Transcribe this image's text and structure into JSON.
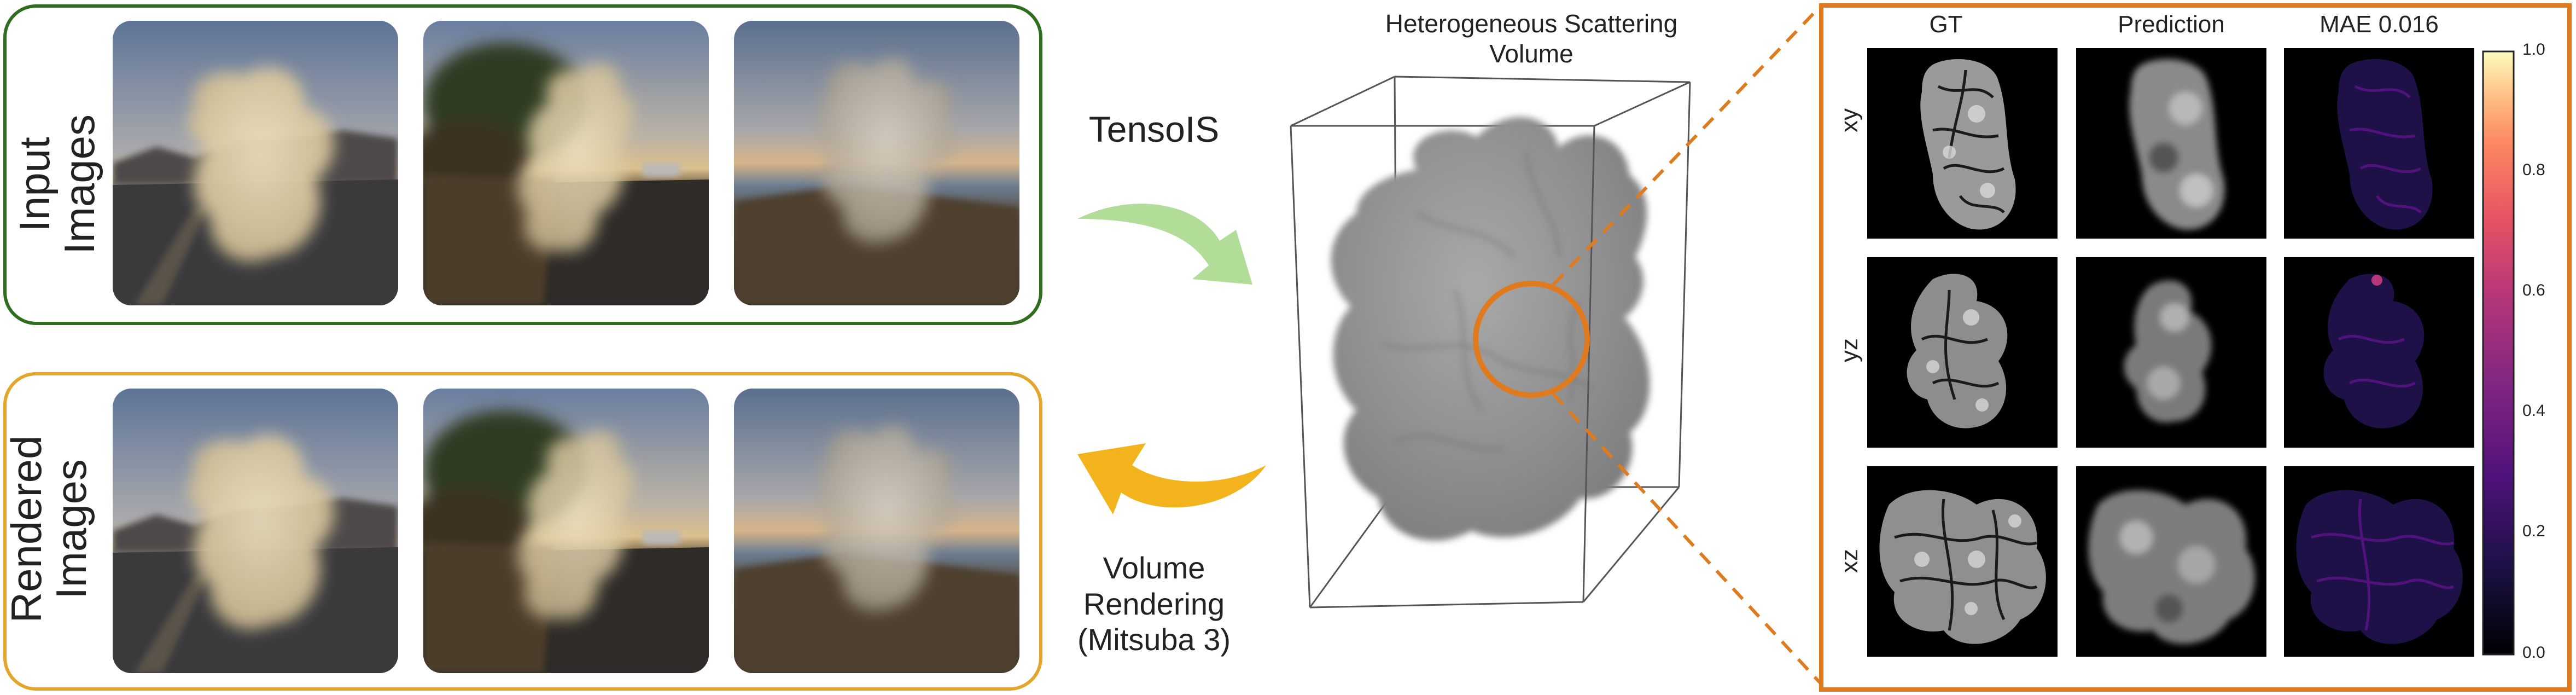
{
  "input_panel": {
    "label_lines": [
      "Input Images"
    ],
    "border_color": "#2e6e1e"
  },
  "rendered_panel": {
    "label_lines": [
      "Rendered",
      "Images"
    ],
    "border_color": "#e3a52a"
  },
  "arrows": {
    "forward_label": "TensoIS",
    "forward_color": "#a8d98e",
    "backward_label_lines": [
      "Volume",
      "Rendering",
      "(Mitsuba 3)"
    ],
    "backward_color": "#f3b31c"
  },
  "volume": {
    "title_lines": [
      "Heterogeneous Scattering",
      "Volume"
    ],
    "highlight_color": "#e07a1f"
  },
  "slices_panel": {
    "border_color": "#e07a1f",
    "columns": [
      "GT",
      "Prediction",
      "MAE 0.016"
    ],
    "rows": [
      "xy",
      "yz",
      "xz"
    ],
    "colorbar": {
      "ticks": [
        "1.0",
        "0.8",
        "0.6",
        "0.4",
        "0.2",
        "0.0"
      ],
      "colormap": "magma"
    }
  }
}
